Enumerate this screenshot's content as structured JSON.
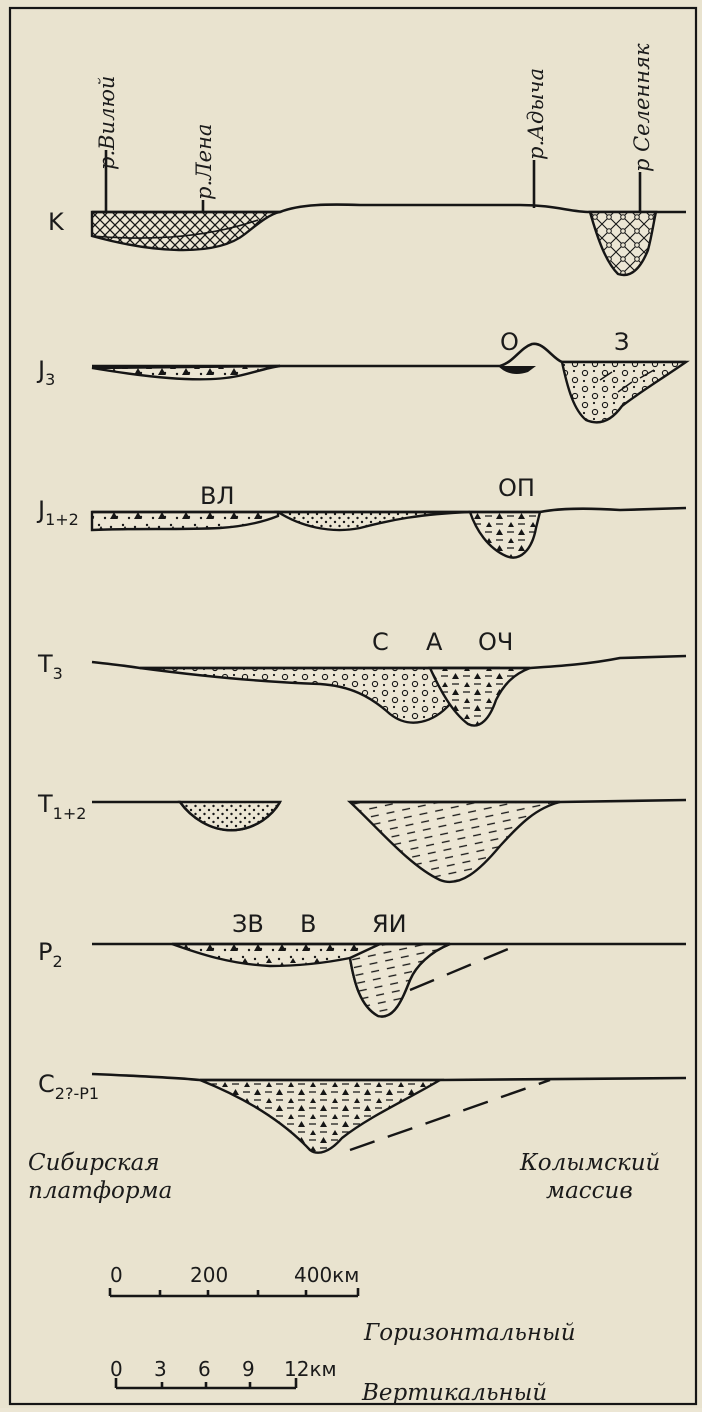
{
  "rivers": [
    {
      "id": "vilyuy",
      "label": "р.Вилюй"
    },
    {
      "id": "lena",
      "label": "р.Лена"
    },
    {
      "id": "adycha",
      "label": "р.Адыча"
    },
    {
      "id": "selennyakh",
      "label": "р Селенняк"
    }
  ],
  "stages": [
    {
      "id": "K",
      "main": "K",
      "sub": ""
    },
    {
      "id": "J3",
      "main": "J",
      "sub": "3"
    },
    {
      "id": "J12",
      "main": "J",
      "sub": "1+2"
    },
    {
      "id": "T3",
      "main": "T",
      "sub": "3"
    },
    {
      "id": "T12",
      "main": "T",
      "sub": "1+2"
    },
    {
      "id": "P2",
      "main": "P",
      "sub": "2"
    },
    {
      "id": "C2P1",
      "main": "C",
      "sub": "2?-P1"
    }
  ],
  "basin_labels": {
    "j3_left": "О",
    "j3_right": "З",
    "j12_left": "ВЛ",
    "j12_right": "ОП",
    "t3_a": "С",
    "t3_b": "А",
    "t3_c": "ОЧ",
    "p2_a": "ЗВ",
    "p2_b": "В",
    "p2_c": "ЯИ"
  },
  "captions": {
    "left_line1": "Сибирская",
    "left_line2": "платформа",
    "right_line1": "Колымский",
    "right_line2": "массив"
  },
  "scale": {
    "horizontal": {
      "label": "Горизонтальный",
      "ticks": [
        "0",
        "200",
        "400км"
      ]
    },
    "vertical": {
      "label": "Вертикальный",
      "ticks": [
        "0",
        "3",
        "6",
        "9",
        "12км"
      ]
    }
  },
  "colors": {
    "ink": "#161616",
    "paper": "#e9e3cf",
    "ghost": "#9b988a"
  }
}
